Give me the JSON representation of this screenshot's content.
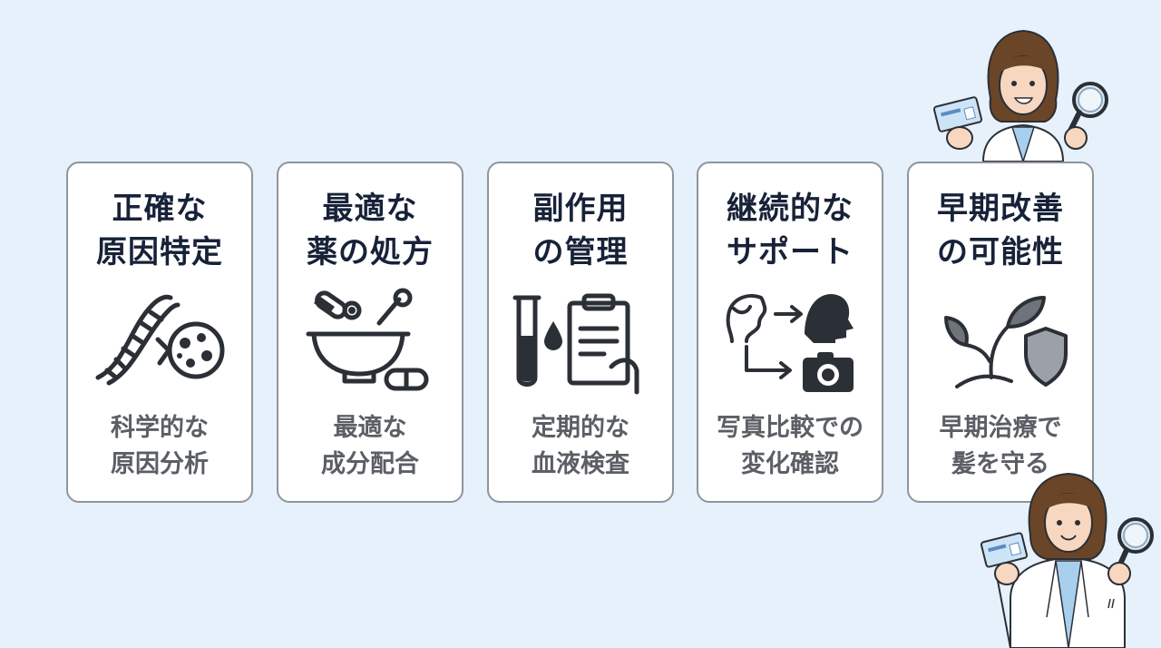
{
  "cards": [
    {
      "title_line1": "正確な",
      "title_line2": "原因特定",
      "icon": "dna-microscope-icon",
      "caption_line1": "科学的な",
      "caption_line2": "原因分析"
    },
    {
      "title_line1": "最適な",
      "title_line2": "薬の処方",
      "icon": "mortar-pestle-pills-icon",
      "caption_line1": "最適な",
      "caption_line2": "成分配合"
    },
    {
      "title_line1": "副作用",
      "title_line2": "の管理",
      "icon": "test-tube-clipboard-icon",
      "caption_line1": "定期的な",
      "caption_line2": "血液検査"
    },
    {
      "title_line1": "継続的な",
      "title_line2": "サポート",
      "icon": "profile-camera-icon",
      "caption_line1": "写真比較での",
      "caption_line2": "変化確認"
    },
    {
      "title_line1": "早期改善",
      "title_line2": "の可能性",
      "icon": "sprout-shield-icon",
      "caption_line1": "早期治療で",
      "caption_line2": "髪を守る"
    }
  ],
  "colors": {
    "background": "#e6f1fb",
    "title": "#172238",
    "caption": "#5b5f65",
    "icon_stroke": "#2b2f36",
    "card_border": "#8f959c"
  },
  "illustrations": [
    "doctor-with-card-and-magnifier",
    "doctor-with-card-and-magnifier"
  ]
}
